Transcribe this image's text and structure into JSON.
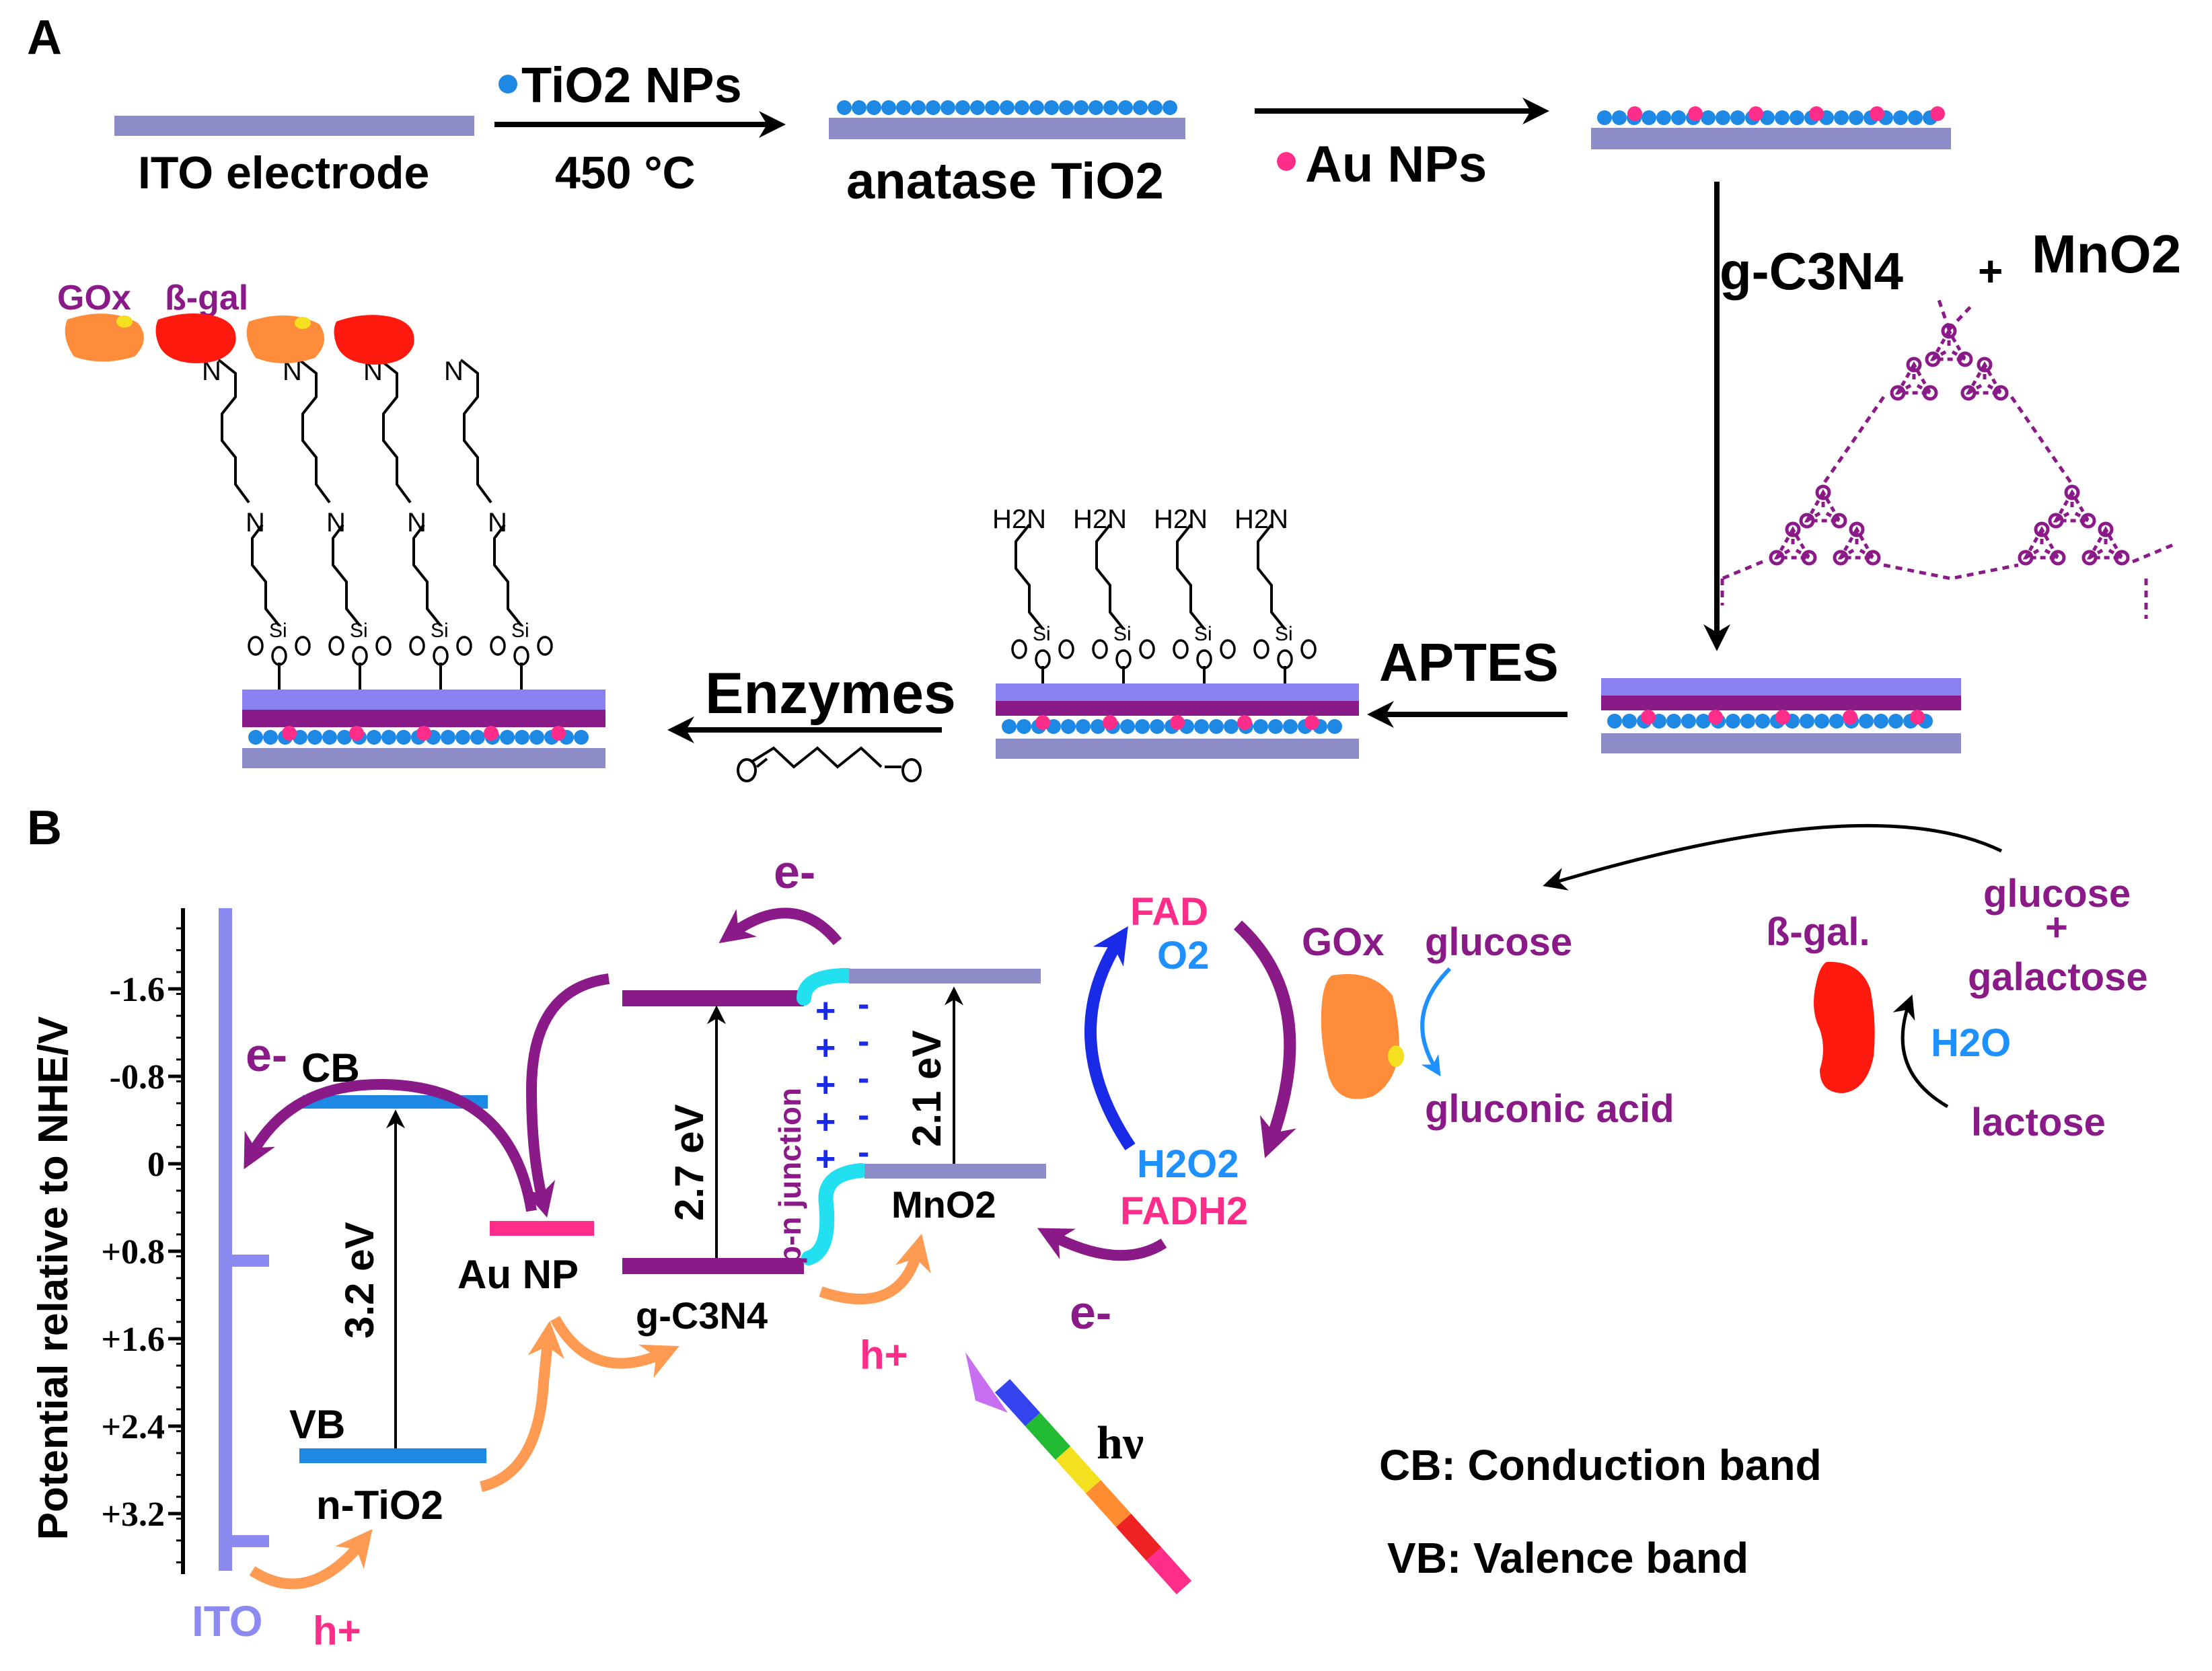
{
  "panel_a": {
    "label": "A",
    "ito_electrode": "ITO electrode",
    "tio2_nps": "TiO2 NPs",
    "temperature": "450 °C",
    "anatase": "anatase TiO2",
    "au_nps": "Au NPs",
    "g_c3n4": "g-C3N4",
    "plus": "+",
    "mno2": "MnO2",
    "aptes": "APTES",
    "enzymes": "Enzymes",
    "gox": "GOx",
    "beta_gal": "ß-gal",
    "n_atom": "N",
    "si_atom": "Si",
    "o_atom": "O",
    "h2n": "H2N"
  },
  "panel_b": {
    "label": "B",
    "y_axis_label": "Potential relative to NHE/V",
    "y_ticks": [
      "-1.6",
      "-0.8",
      "0",
      "+0.8",
      "+1.6",
      "+2.4",
      "+3.2"
    ],
    "ito": "ITO",
    "cb": "CB",
    "vb": "VB",
    "n_tio2": "n-TiO2",
    "tio2_gap": "3.2 eV",
    "au_np": "Au NP",
    "g_c3n4": "g-C3N4",
    "c3n4_gap": "2.7 eV",
    "pn_junction": "p-n junction",
    "mno2": "MnO2",
    "mno2_gap": "2.1 eV",
    "electron": "e-",
    "hole": "h+",
    "plus_sign": "+",
    "minus_sign": "-",
    "fad": "FAD",
    "o2": "O2",
    "h2o2": "H2O2",
    "fadh2": "FADH2",
    "gox": "GOx",
    "glucose": "glucose",
    "gluconic_acid": "gluconic acid",
    "beta_gal": "ß-gal.",
    "h2o": "H2O",
    "lactose": "lactose",
    "glucose_product": "glucose",
    "plus": "+",
    "galactose": "galactose",
    "hv": "hν",
    "legend_cb": "CB: Conduction band",
    "legend_vb": "VB: Valence band"
  },
  "colors": {
    "ito": "#8A8AC8",
    "tio2_band": "#1E88E5",
    "au": "#FF2D8A",
    "c3n4": "#8B1A89",
    "mno2": "#8C8CC8",
    "junction": "#22E0F0",
    "hole_arrow": "#FF9A52",
    "blue_text": "#1E90FF",
    "pink_text": "#FF2D8A",
    "purple_text": "#8B1A89",
    "gox": "#FF8C3A",
    "beta_gal": "#FF1A10",
    "layer_ito": "#8C8CC8",
    "layer_c3n4_light": "#8A80F0",
    "layer_c3n4_dark": "#8B1A89",
    "nanoparticle": "#1E88E5"
  },
  "hv_spectrum": [
    "#C86EF0",
    "#3344EE",
    "#22BB33",
    "#F5E020",
    "#FF8C30",
    "#EE2222",
    "#FF2D8A"
  ]
}
